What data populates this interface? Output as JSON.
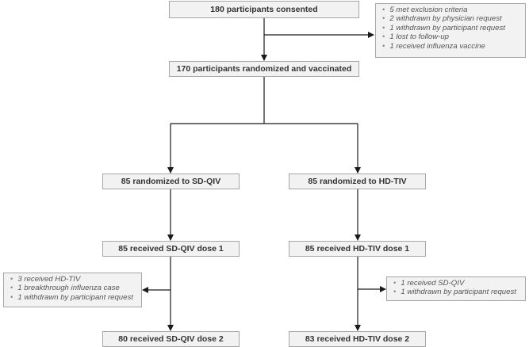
{
  "flowchart": {
    "consented": "180 participants consented",
    "exclusion_notes": [
      "5 met exclusion criteria",
      "2 withdrawn by physician request",
      "1 withdrawn by participant request",
      "1 lost to follow-up",
      "1 received influenza vaccine"
    ],
    "randomized": "170 participants randomized and vaccinated",
    "left_arm": {
      "randomized": "85 randomized to SD-QIV",
      "dose1": "85 received SD-QIV dose 1",
      "notes": [
        "3 received HD-TIV",
        "1 breakthrough influenza case",
        "1 withdrawn by participant request"
      ],
      "dose2": "80 received SD-QIV dose 2"
    },
    "right_arm": {
      "randomized": "85 randomized to HD-TIV",
      "dose1": "85 received HD-TIV dose 1",
      "notes": [
        "1 received SD-QIV",
        "1 withdrawn by participant request"
      ],
      "dose2": "83 received HD-TIV dose 2"
    }
  },
  "colors": {
    "box_fill": "#f2f2f2",
    "box_border": "#a6a6a6",
    "arrow": "#1a1a1a",
    "note_text": "#555555"
  }
}
